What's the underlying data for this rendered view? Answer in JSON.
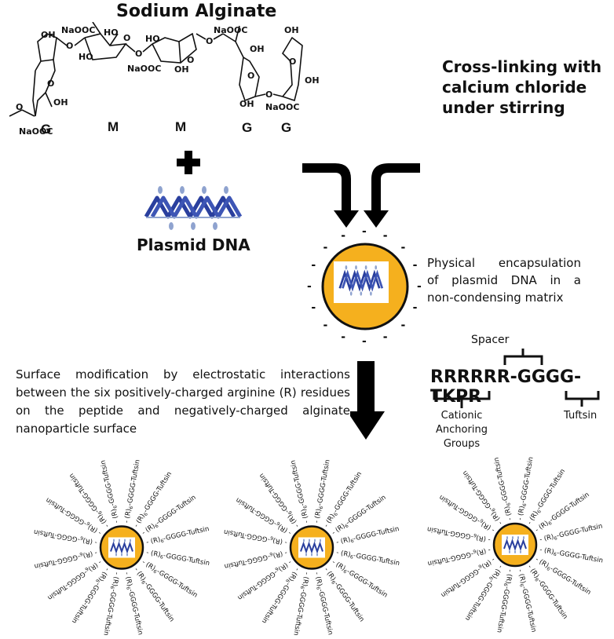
{
  "alginate": {
    "title": "Sodium Alginate",
    "units": [
      "G",
      "M",
      "M",
      "G",
      "G"
    ],
    "groups": {
      "oh": "OH",
      "ho": "HO",
      "naooc": "NaOOC",
      "o": "O"
    }
  },
  "plus_symbol": "+",
  "plasmid": {
    "label": "Plasmid DNA"
  },
  "crosslink": {
    "lines": [
      "Cross-linking with",
      "calcium chloride",
      "under stirring"
    ]
  },
  "encapsulation": {
    "lines": [
      "Physical encapsulation",
      "of plasmid DNA in a",
      "non-condensing matrix"
    ],
    "charge_symbol": "-"
  },
  "surface_mod": {
    "text": "Surface modification by electrostatic interactions between the six positively-charged arginine (R) residues on the peptide and negatively-charged alginate nanoparticle surface"
  },
  "peptide": {
    "anchor": "RRRRRR",
    "spacer_seq": "-GGGG-",
    "tuftsin_seq": "TKPR",
    "spacer_label": "Spacer",
    "anchor_label": [
      "Cationic",
      "Anchoring",
      "Groups"
    ],
    "tuftsin_label": "Tuftsin"
  },
  "functionalized_particles": {
    "count": 3,
    "ligand_label_prefix": "(R)",
    "ligand_label_sub": "6",
    "ligand_label_suffix": "-GGGG-Tuftsin",
    "ligands_per_particle": 16
  },
  "colors": {
    "particle_fill": "#f5b01e",
    "particle_stroke": "#111111",
    "dna_blue": "#2a3f9e",
    "dna_light": "#8fa3cf",
    "arrow": "#000000"
  }
}
